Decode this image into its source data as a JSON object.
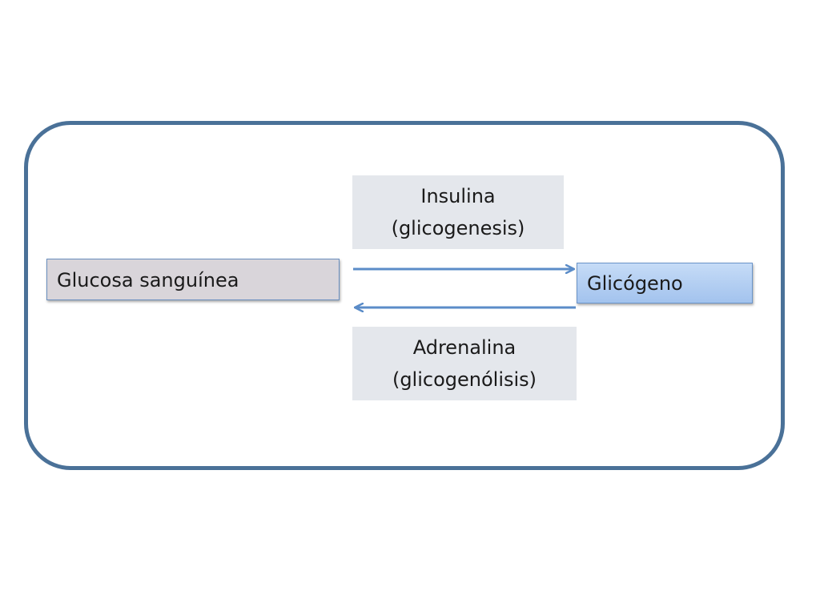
{
  "diagram": {
    "nodes": {
      "glucose": "Glucosa sanguínea",
      "glycogen": "Glicógeno"
    },
    "edges": [
      {
        "from": "glucose",
        "to": "glycogen",
        "label_line1": "Insulina",
        "label_line2": "(glicogenesis)"
      },
      {
        "from": "glycogen",
        "to": "glucose",
        "label_line1": "Adrenalina",
        "label_line2": "(glicogenólisis)"
      }
    ]
  },
  "colors": {
    "frame_border": "#4a7198",
    "arrow": "#5b8cc8",
    "glucose_fill": "#d9d5da",
    "glycogen_fill": "#b4cff2",
    "label_fill": "#e4e7ec"
  }
}
